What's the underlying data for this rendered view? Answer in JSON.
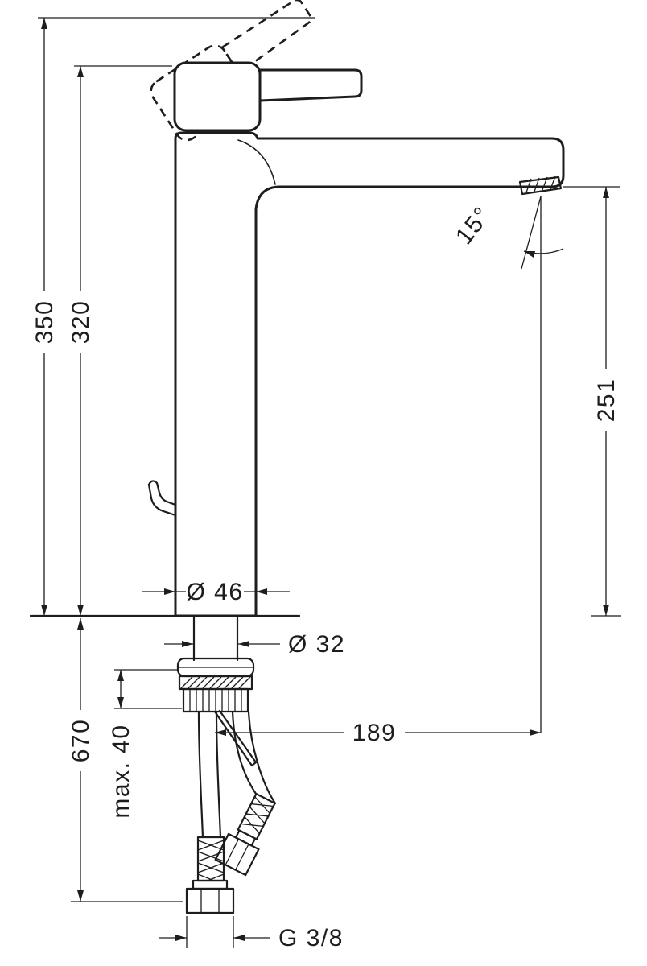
{
  "labels": {
    "total_height": "350",
    "handle_height": "320",
    "outlet_height": "251",
    "spout_angle": "15°",
    "body_diameter": "Ø 46",
    "shank_diameter": "Ø 32",
    "outlet_reach": "189",
    "hose_length": "670",
    "max_counter_thickness": "max. 40",
    "connection_thread": "G 3/8"
  },
  "colors": {
    "line": "#1d1d1b",
    "background": "#ffffff"
  }
}
